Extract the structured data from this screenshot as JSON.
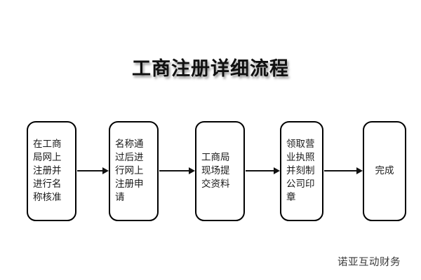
{
  "page": {
    "title": "工商注册详细流程",
    "background_color": "#ffffff",
    "watermark": "诺亚互动财务"
  },
  "diagram": {
    "type": "flowchart",
    "orientation": "left-to-right",
    "node_shape": "rounded-rectangle",
    "border_color": "#000000",
    "fill_color": "#ffffff",
    "connector_color": "#111111",
    "nodes": [
      {
        "id": "step-1",
        "label": "在工商局网上注册并进行名称核准",
        "align": "left"
      },
      {
        "id": "step-2",
        "label": "名称通过后进行网上注册申请",
        "align": "left"
      },
      {
        "id": "step-3",
        "label": "工商局现场提交资料",
        "align": "left"
      },
      {
        "id": "step-4",
        "label": "领取营业执照并刻制公司印章",
        "align": "left"
      },
      {
        "id": "step-5",
        "label": "完成",
        "align": "center"
      }
    ],
    "connectors": [
      {
        "id": "connector-1",
        "from": "step-1",
        "to": "step-2",
        "style": "solid-arrow"
      },
      {
        "id": "connector-2",
        "from": "step-2",
        "to": "step-3",
        "style": "solid-arrow"
      },
      {
        "id": "connector-3",
        "from": "step-3",
        "to": "step-4",
        "style": "solid-arrow"
      },
      {
        "id": "connector-4",
        "from": "step-4",
        "to": "step-5",
        "style": "solid-arrow"
      }
    ]
  }
}
